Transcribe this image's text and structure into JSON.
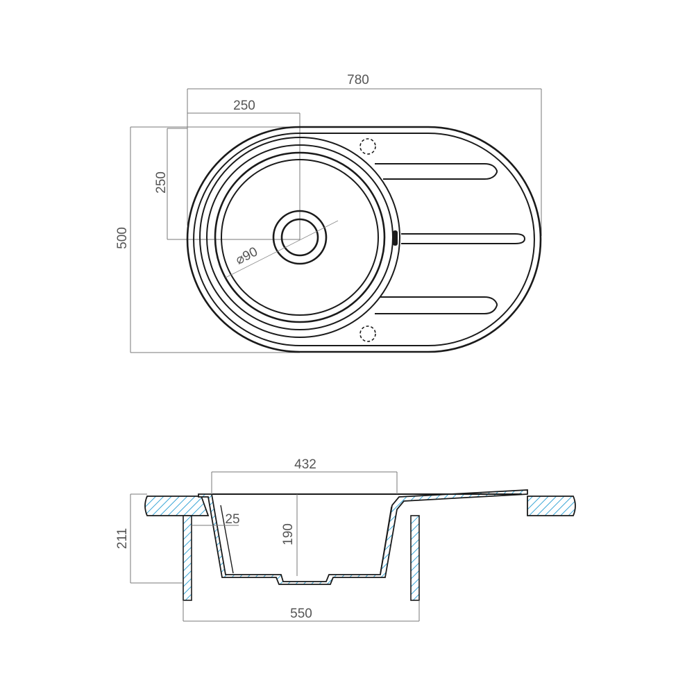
{
  "drawing": {
    "top_view": {
      "width_label": "780",
      "bowl_offset_label": "250",
      "bowl_vertical_label": "250",
      "height_label": "500",
      "drain_label": "⌀90"
    },
    "section_view": {
      "bowl_width_label": "432",
      "rim_label": "25",
      "bowl_depth_label": "190",
      "total_depth_label": "211",
      "cabinet_label": "550"
    },
    "colors": {
      "outline": "#1a1a1a",
      "dimension": "#777777",
      "hatch": "#3aa6d6"
    }
  }
}
